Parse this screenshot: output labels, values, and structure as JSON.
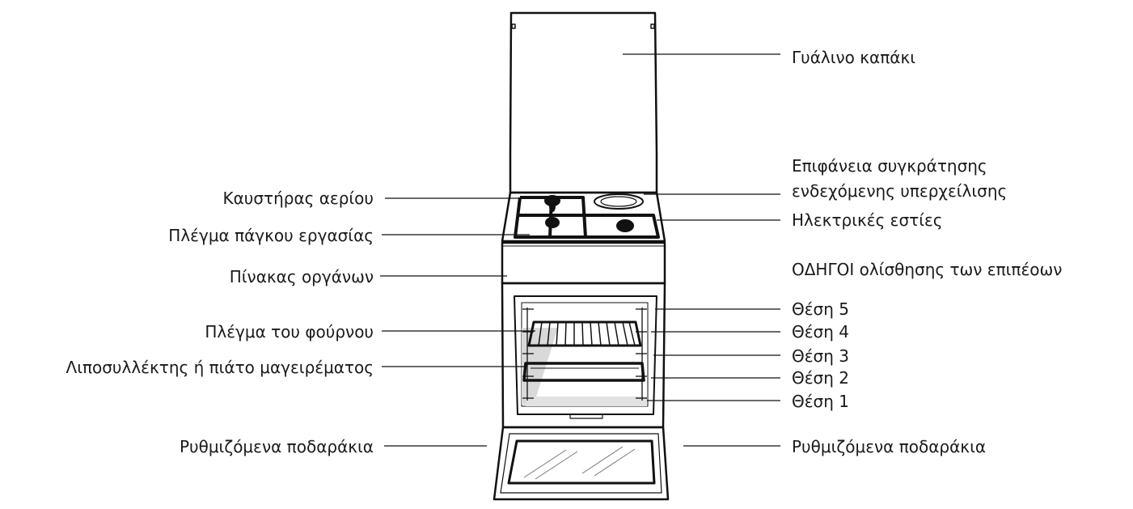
{
  "labels": {
    "glass_lid": "Γυάλινο καπάκι",
    "spill_surface_line1": "Επιφάνεια συγκράτησης",
    "spill_surface_line2": "ενδεχόμενης υπερχείλισης",
    "electric_hobs": "Ηλεκτρικές εστίες",
    "shelf_guides": "ΟΔΗΓΟΙ ολίσθησης των επιπέοων",
    "position_5": "Θέση 5",
    "position_4": "Θέση 4",
    "position_3": "Θέση 3",
    "position_2": "Θέση 2",
    "position_1": "Θέση 1",
    "adjustable_feet_right": "Ρυθμιζόμενα ποδαράκια",
    "gas_burner": "Καυστήρας αερίου",
    "hob_grid": "Πλέγμα πάγκου εργασίας",
    "control_panel": "Πίνακας οργάνων",
    "oven_rack": "Πλέγμα του φούρνου",
    "drip_tray": "Λιποσυλλέκτης ή πιάτο μαγειρέματος",
    "adjustable_feet_left": "Ρυθμιζόμενα ποδαράκια"
  }
}
